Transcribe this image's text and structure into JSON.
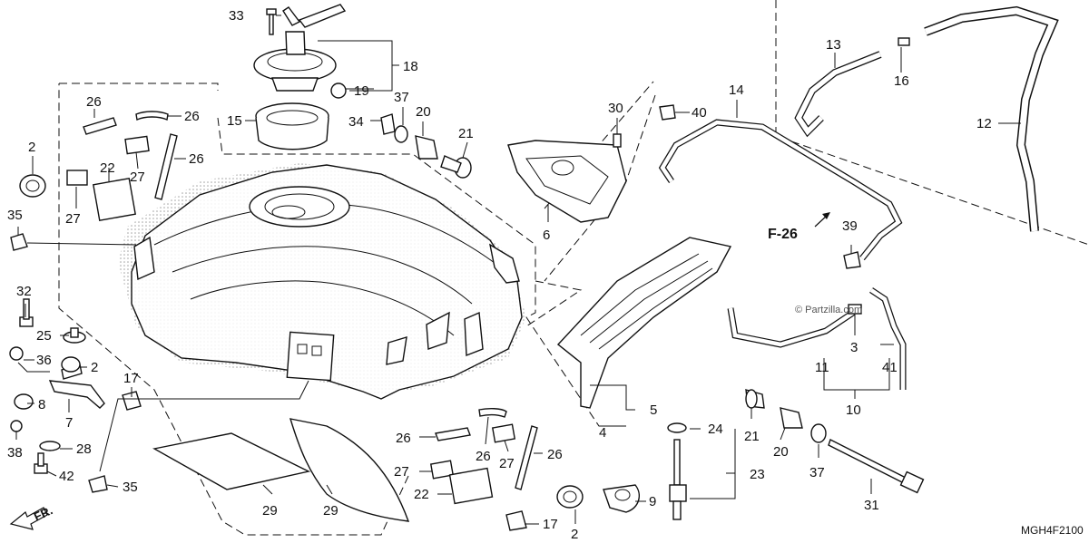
{
  "diagram_code": "MGH4F2100",
  "reference": "F-26",
  "front_marker": "FR.",
  "watermark": "© Partzilla.com",
  "part_numbers": [
    "2",
    "3",
    "4",
    "5",
    "6",
    "7",
    "8",
    "9",
    "10",
    "11",
    "12",
    "13",
    "14",
    "15",
    "16",
    "17",
    "18",
    "19",
    "20",
    "21",
    "22",
    "23",
    "24",
    "25",
    "26",
    "27",
    "28",
    "29",
    "30",
    "31",
    "32",
    "33",
    "34",
    "35",
    "36",
    "37",
    "38",
    "39",
    "40",
    "41",
    "42"
  ]
}
